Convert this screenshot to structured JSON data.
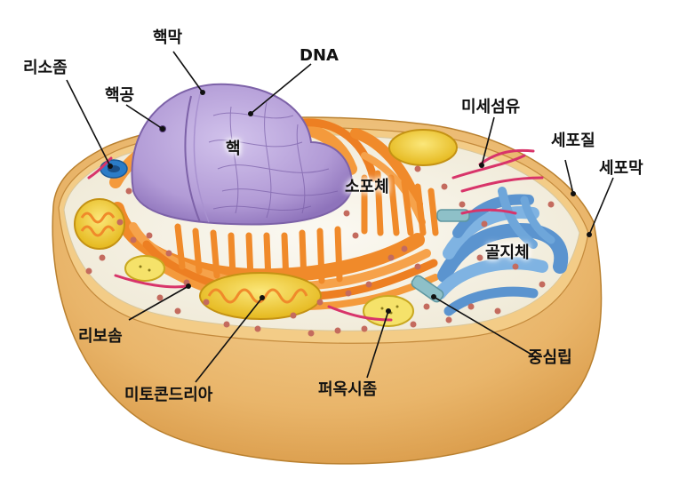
{
  "labels": {
    "nuclear_membrane": "핵막",
    "dna": "DNA",
    "lysosome": "리소좀",
    "nuclear_pore": "핵공",
    "nucleus": "핵",
    "microfilament": "미세섬유",
    "cytoplasm": "세포질",
    "cell_membrane": "세포막",
    "er": "소포체",
    "golgi": "골지체",
    "ribosome": "리보솜",
    "centrosome": "중심립",
    "mitochondria": "미토콘드리아",
    "peroxisome": "퍼옥시좀"
  },
  "colors": {
    "cell_outer": "#e9b56a",
    "cell_wall_face": "#f3cc87",
    "cytoplasm_top": "#f7f4ea",
    "nucleus": "#b9a2d8",
    "nucleus_dark": "#8f74bb",
    "er": "#f08a2a",
    "golgi": "#6fa6dc",
    "mitochondria": "#f3d23c",
    "ribosome": "#c05a55",
    "microfilament": "#d8346a",
    "centrosome": "#8ec0c8",
    "lysosome": "#2b7cc7"
  }
}
